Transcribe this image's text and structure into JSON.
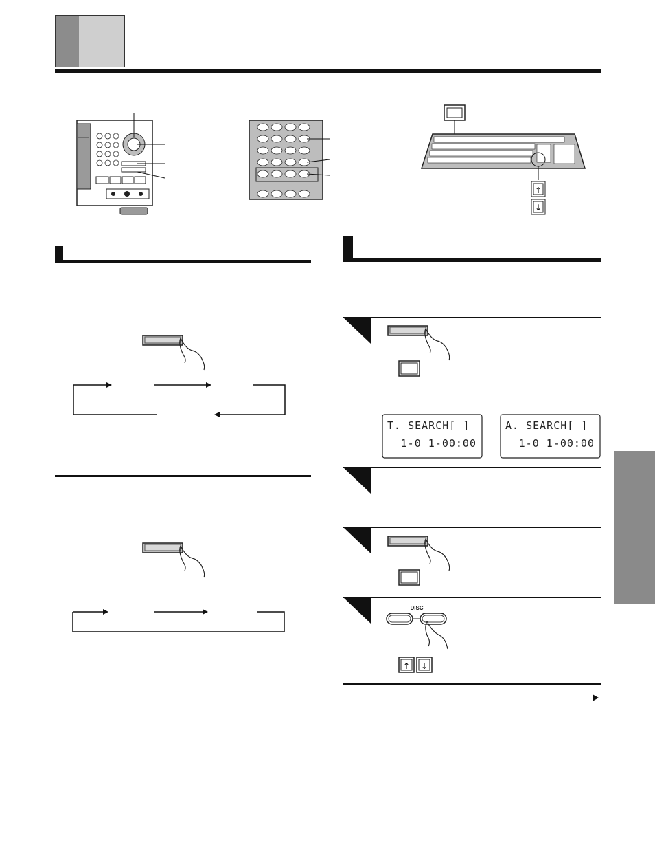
{
  "step_numbers": [
    "",
    "",
    "",
    ""
  ],
  "display_track": {
    "line1": "T. SEARCH[  ]",
    "line2": "1-0 1-00:00"
  },
  "display_abs": {
    "line1": "A. SEARCH[  ]",
    "line2": "1-0 1-00:00"
  },
  "remote_labels": {
    "disc": "DISC"
  },
  "colors": {
    "tab_dark": "#8c8c8c",
    "tab_light": "#cfcfcf",
    "rule": "#111111",
    "side_tab": "#8a8a8a"
  },
  "icons": [
    "keyboard-icon",
    "up-arrow-key-icon",
    "down-arrow-key-icon",
    "hand-press-icon",
    "continue-arrow-icon"
  ]
}
